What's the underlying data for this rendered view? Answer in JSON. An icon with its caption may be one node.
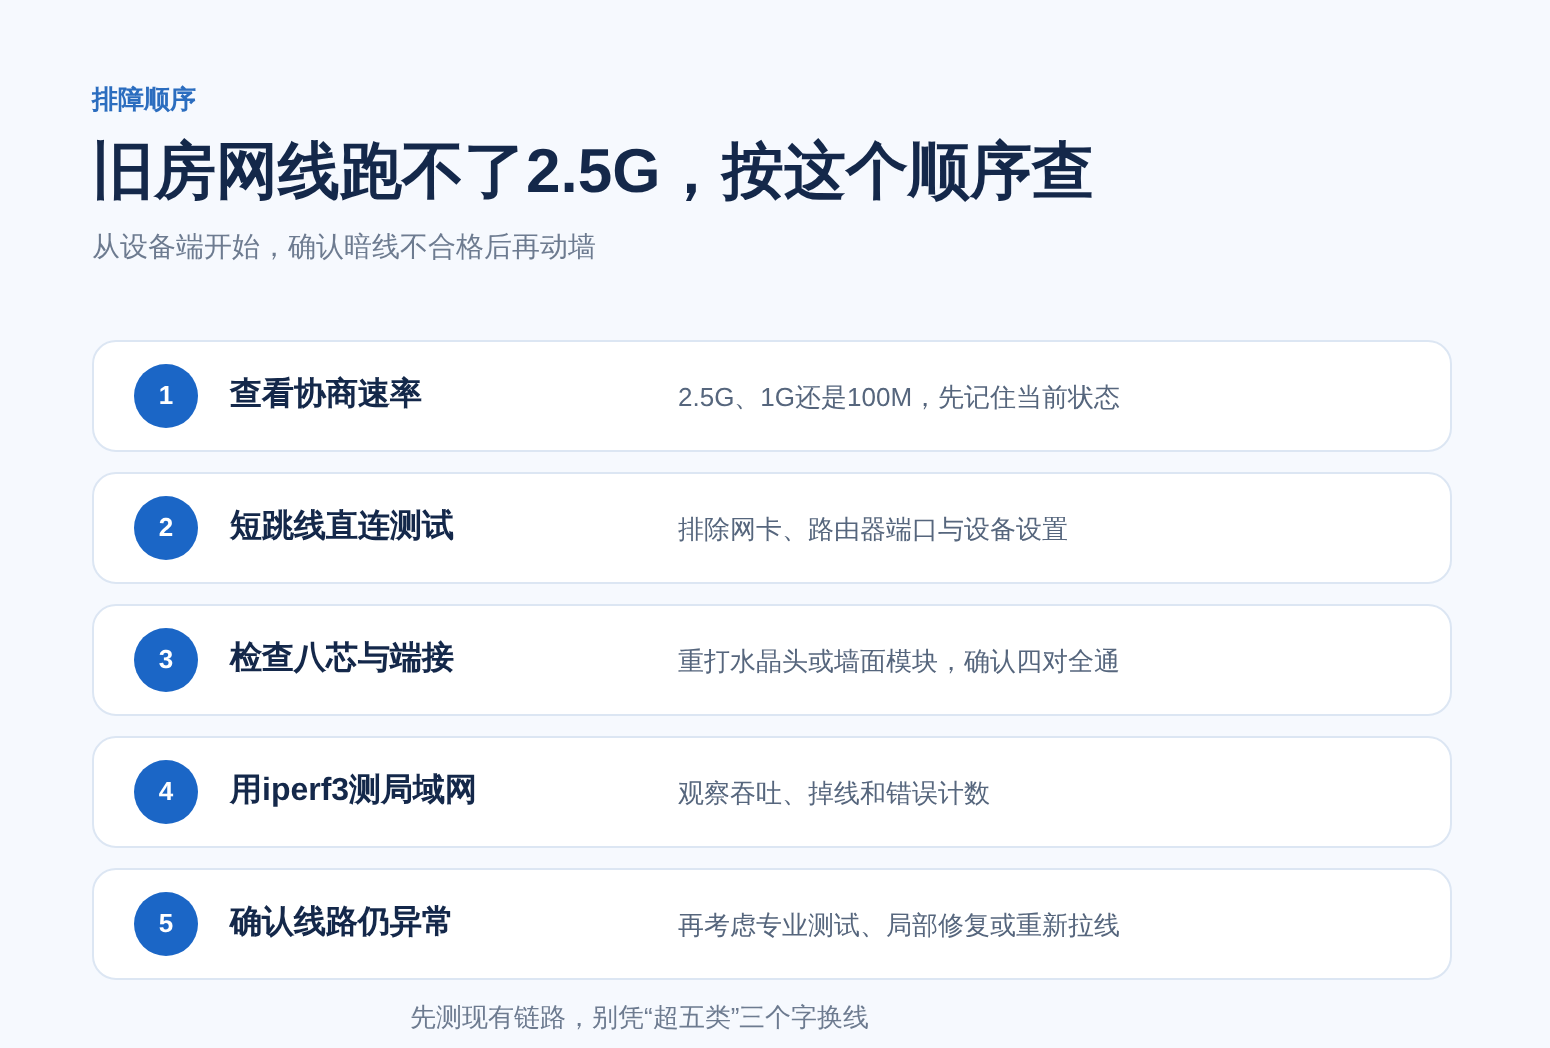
{
  "diagram": {
    "title": "旧房网线跑不了2.5G，按这个顺序查",
    "caption": "先测现有链路，别凭“超五类”三个字换线",
    "nodes": [
      {
        "text": [
          "查看协商速率",
          "2.5G、1G还是100M，先记住当前状态"
        ]
      },
      {
        "text": [
          "1"
        ],
        "in": 0
      },
      {
        "text": [
          "短跳线直连测试",
          "排除网卡、路由器端口与设备设置"
        ]
      },
      {
        "text": [
          "2"
        ],
        "in": 2
      },
      {
        "text": [
          "检查八芯与端接",
          "重打水晶头或墙面模块，确认四对全通"
        ]
      },
      {
        "text": [
          "3"
        ],
        "in": 4
      },
      {
        "text": [
          "用iperf3测局域网",
          "观察吞吐、掉线和错误计数"
        ]
      },
      {
        "text": [
          "4"
        ],
        "in": 6
      },
      {
        "text": [
          "确认线路仍异常",
          "再考虑专业测试、局部修复或重新拉线"
        ]
      },
      {
        "text": [
          "5"
        ],
        "in": 8
      }
    ],
    "labels": [
      "排障顺序",
      "从设备端开始，确认暗线不合格后再动墙"
    ]
  }
}
